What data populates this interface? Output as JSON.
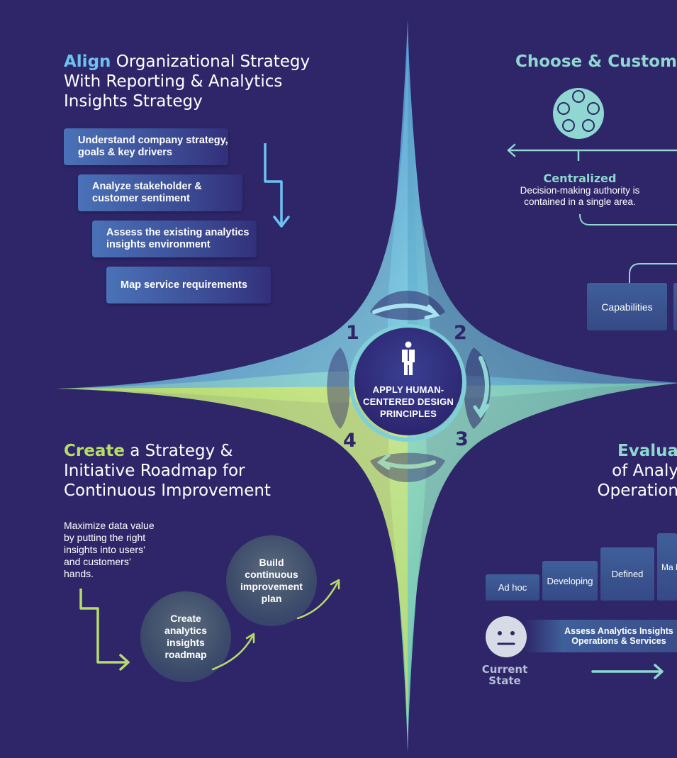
{
  "align": {
    "highlight": "Align",
    "title_rest_1": " Organizational Strategy",
    "title_line_2": "With Reporting & Analytics",
    "title_line_3": "Insights Strategy",
    "steps": [
      "Understand company strategy, goals & key drivers",
      "Analyze stakeholder & customer sentiment",
      "Assess the existing analytics insights environment",
      "Map service requirements"
    ]
  },
  "choose": {
    "title": "Choose & Customiz",
    "centralized_label": "Centralized",
    "centralized_desc": "Decision-making authority is contained in a single area.",
    "capabilities_label": "Capabilities"
  },
  "center": {
    "text": "APPLY HUMAN-CENTERED DESIGN PRINCIPLES",
    "numbers": [
      "1",
      "2",
      "3",
      "4"
    ]
  },
  "create": {
    "highlight": "Create",
    "title_rest_1": " a Strategy &",
    "title_line_2": "Initiative Roadmap for",
    "title_line_3": "Continuous Improvement",
    "desc": "Maximize data value by putting the right insights into users’ and customers’ hands.",
    "circle_1": "Create analytics insights roadmap",
    "circle_2": "Build continuous improvement plan"
  },
  "evaluate": {
    "title_line_1": "Evalua",
    "title_line_2": "of Analy",
    "title_line_3": "Operation",
    "maturity_levels": [
      "Ad hoc",
      "Developing",
      "Defined",
      "Ma Mea"
    ],
    "assess_label": "Assess Analytics Insights Operations & Services",
    "current_state": "Current State"
  },
  "colors": {
    "background": "#2e2669",
    "blue_accent": "#6ec1f0",
    "green_accent": "#b8dc6a",
    "teal_accent": "#8fd7d0"
  }
}
